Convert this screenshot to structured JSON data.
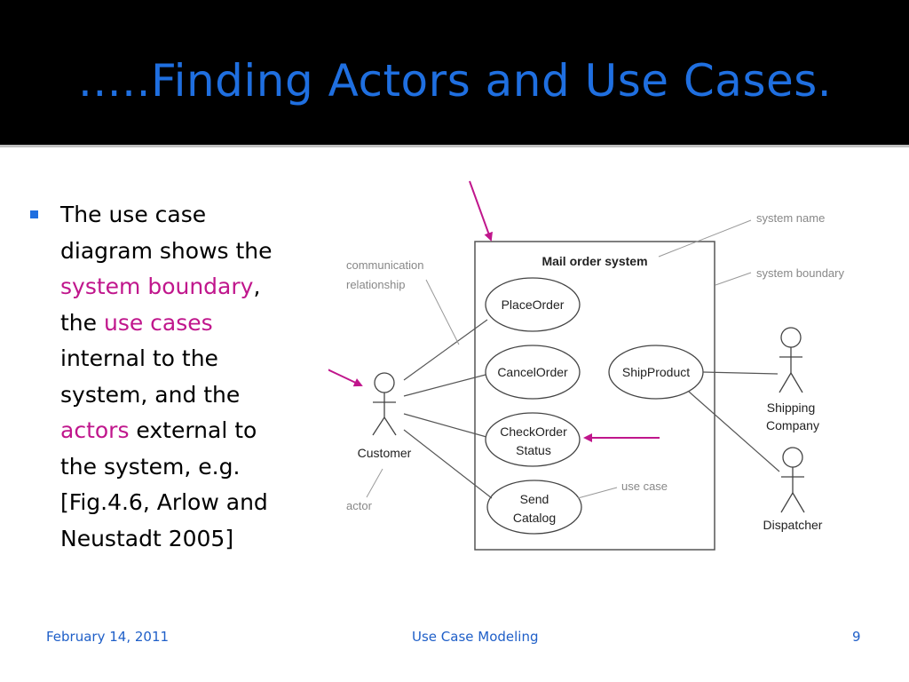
{
  "slide": {
    "title": ".....Finding Actors and Use Cases."
  },
  "body": {
    "t1": "The use case diagram shows the ",
    "h1": "system boundary",
    "t2": ", the ",
    "h2": "use cases",
    "t3": " internal to the system, and the ",
    "h3": "actors",
    "t4": " external to the system, e.g. [Fig.4.6, Arlow and Neustadt 2005]"
  },
  "diagram": {
    "system_name": "Mail order system",
    "use_cases": {
      "place_order": "PlaceOrder",
      "cancel_order": "CancelOrder",
      "check_order_line1": "CheckOrder",
      "check_order_line2": "Status",
      "send_catalog_line1": "Send",
      "send_catalog_line2": "Catalog",
      "ship_product": "ShipProduct"
    },
    "actors": {
      "customer": "Customer",
      "shipping_line1": "Shipping",
      "shipping_line2": "Company",
      "dispatcher": "Dispatcher"
    },
    "annotations": {
      "system_name": "system name",
      "system_boundary": "system boundary",
      "communication_line1": "communication",
      "communication_line2": "relationship",
      "use_case": "use case",
      "actor": "actor"
    }
  },
  "footer": {
    "date": "February 14, 2011",
    "center": "Use Case Modeling",
    "page": "9"
  },
  "colors": {
    "title": "#1f6fe0",
    "highlight": "#c0168c",
    "footer": "#1f5fc8",
    "arrow": "#c0168c"
  }
}
